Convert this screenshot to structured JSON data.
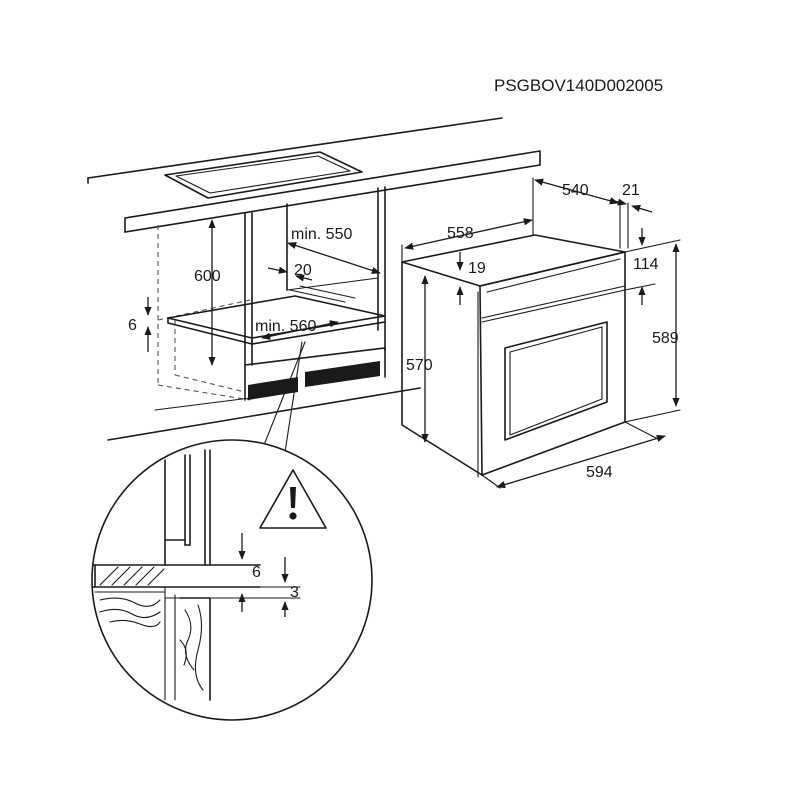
{
  "diagram": {
    "code": "PSGBOV140D002005",
    "dimensions": {
      "min_550": "min. 550",
      "d600": "600",
      "d20": "20",
      "d6": "6",
      "min_560": "min. 560",
      "d558": "558",
      "d540": "540",
      "d21": "21",
      "d19": "19",
      "d114": "114",
      "d589": "589",
      "d570": "570",
      "d594": "594",
      "detail_6": "6",
      "detail_3": "3"
    },
    "icons": [
      "warning-icon"
    ]
  }
}
